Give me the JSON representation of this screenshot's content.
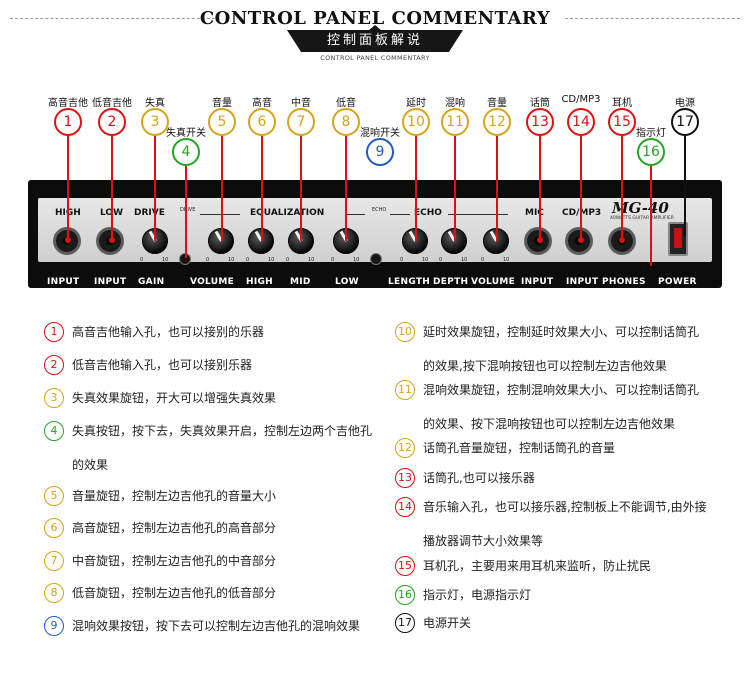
{
  "header": {
    "title": "CONTROL PANEL COMMENTARY",
    "banner": "控制面板解说",
    "subtitle": "CONTROL PANEL COMMENTARY"
  },
  "colors": {
    "red": "#e01010",
    "orange": "#d6a41a",
    "green": "#23a623",
    "blue": "#1f5bc4",
    "black": "#111111"
  },
  "callouts": [
    {
      "num": "1",
      "label": "高音吉他",
      "color": "red"
    },
    {
      "num": "2",
      "label": "低音吉他",
      "color": "red"
    },
    {
      "num": "3",
      "label": "失真",
      "color": "orange"
    },
    {
      "num": "4",
      "label": "失真开关",
      "color": "green"
    },
    {
      "num": "5",
      "label": "音量",
      "color": "orange"
    },
    {
      "num": "6",
      "label": "高音",
      "color": "orange"
    },
    {
      "num": "7",
      "label": "中音",
      "color": "orange"
    },
    {
      "num": "8",
      "label": "低音",
      "color": "orange"
    },
    {
      "num": "9",
      "label": "混响开关",
      "color": "blue"
    },
    {
      "num": "10",
      "label": "延时",
      "color": "orange"
    },
    {
      "num": "11",
      "label": "混响",
      "color": "orange"
    },
    {
      "num": "12",
      "label": "音量",
      "color": "orange"
    },
    {
      "num": "13",
      "label": "话筒",
      "color": "red"
    },
    {
      "num": "14",
      "label": "CD/MP3",
      "color": "red"
    },
    {
      "num": "15",
      "label": "耳机",
      "color": "red"
    },
    {
      "num": "16",
      "label": "指示灯",
      "color": "green"
    },
    {
      "num": "17",
      "label": "电源",
      "color": "black"
    }
  ],
  "panel": {
    "top_labels": {
      "high": "HIGH",
      "low": "LOW",
      "drive": "DRIVE",
      "equalization": "EQUALIZATION",
      "echo": "ECHO",
      "mic": "MIC",
      "cdmp3": "CD/MP3"
    },
    "brand": "MG-40",
    "brand_sub": "40WATTS GUITAR AMPLIFIER",
    "drive_switch_label": "DRIVE",
    "echo_switch_label": "ECHO",
    "scale_min": "0",
    "scale_max": "10",
    "bottom_labels": {
      "input1": "INPUT",
      "input2": "INPUT",
      "gain": "GAIN",
      "volume": "VOLUME",
      "high": "HIGH",
      "mid": "MID",
      "low": "LOW",
      "length": "LENGTH",
      "depth": "DEPTH",
      "volume2": "VOLUME",
      "mic_input": "INPUT",
      "cd_input": "INPUT",
      "phones": "PHONES",
      "power": "POWER"
    }
  },
  "descriptions": [
    {
      "num": "1",
      "color": "red",
      "lines": [
        "高音吉他输入孔，也可以接别的乐器"
      ]
    },
    {
      "num": "2",
      "color": "red",
      "lines": [
        "低音吉他输入孔，也可以接别乐器"
      ]
    },
    {
      "num": "3",
      "color": "orange",
      "lines": [
        "失真效果旋钮，开大可以增强失真效果"
      ]
    },
    {
      "num": "4",
      "color": "green",
      "lines": [
        "失真按钮，按下去，失真效果开启，控制左边两个吉他孔",
        "的效果"
      ]
    },
    {
      "num": "5",
      "color": "orange",
      "lines": [
        "音量旋钮，控制左边吉他孔的音量大小"
      ]
    },
    {
      "num": "6",
      "color": "orange",
      "lines": [
        "高音旋钮，控制左边吉他孔的高音部分"
      ]
    },
    {
      "num": "7",
      "color": "orange",
      "lines": [
        "中音旋钮，控制左边吉他孔的中音部分"
      ]
    },
    {
      "num": "8",
      "color": "orange",
      "lines": [
        "低音旋钮，控制左边吉他孔的低音部分"
      ]
    },
    {
      "num": "9",
      "color": "blue",
      "lines": [
        "混响效果按钮，按下去可以控制左边吉他孔的混响效果"
      ]
    },
    {
      "num": "10",
      "color": "orange",
      "lines": [
        "延时效果旋钮，控制延时效果大小、可以控制话筒孔",
        "的效果,按下混响按钮也可以控制左边吉他效果"
      ]
    },
    {
      "num": "11",
      "color": "orange",
      "lines": [
        "混响效果旋钮，控制混响效果大小、可以控制话筒孔",
        "的效果、按下混响按钮也可以控制左边吉他效果"
      ]
    },
    {
      "num": "12",
      "color": "orange",
      "lines": [
        "话筒孔音量旋钮，控制话筒孔的音量"
      ]
    },
    {
      "num": "13",
      "color": "red",
      "lines": [
        "话筒孔,也可以接乐器"
      ]
    },
    {
      "num": "14",
      "color": "red",
      "lines": [
        "音乐输入孔，也可以接乐器,控制板上不能调节,由外接",
        "播放器调节大小效果等"
      ]
    },
    {
      "num": "15",
      "color": "red",
      "lines": [
        "耳机孔，主要用来用耳机来监听，防止扰民"
      ]
    },
    {
      "num": "16",
      "color": "green",
      "lines": [
        "指示灯，电源指示灯"
      ]
    },
    {
      "num": "17",
      "color": "black",
      "lines": [
        "电源开关"
      ]
    }
  ]
}
